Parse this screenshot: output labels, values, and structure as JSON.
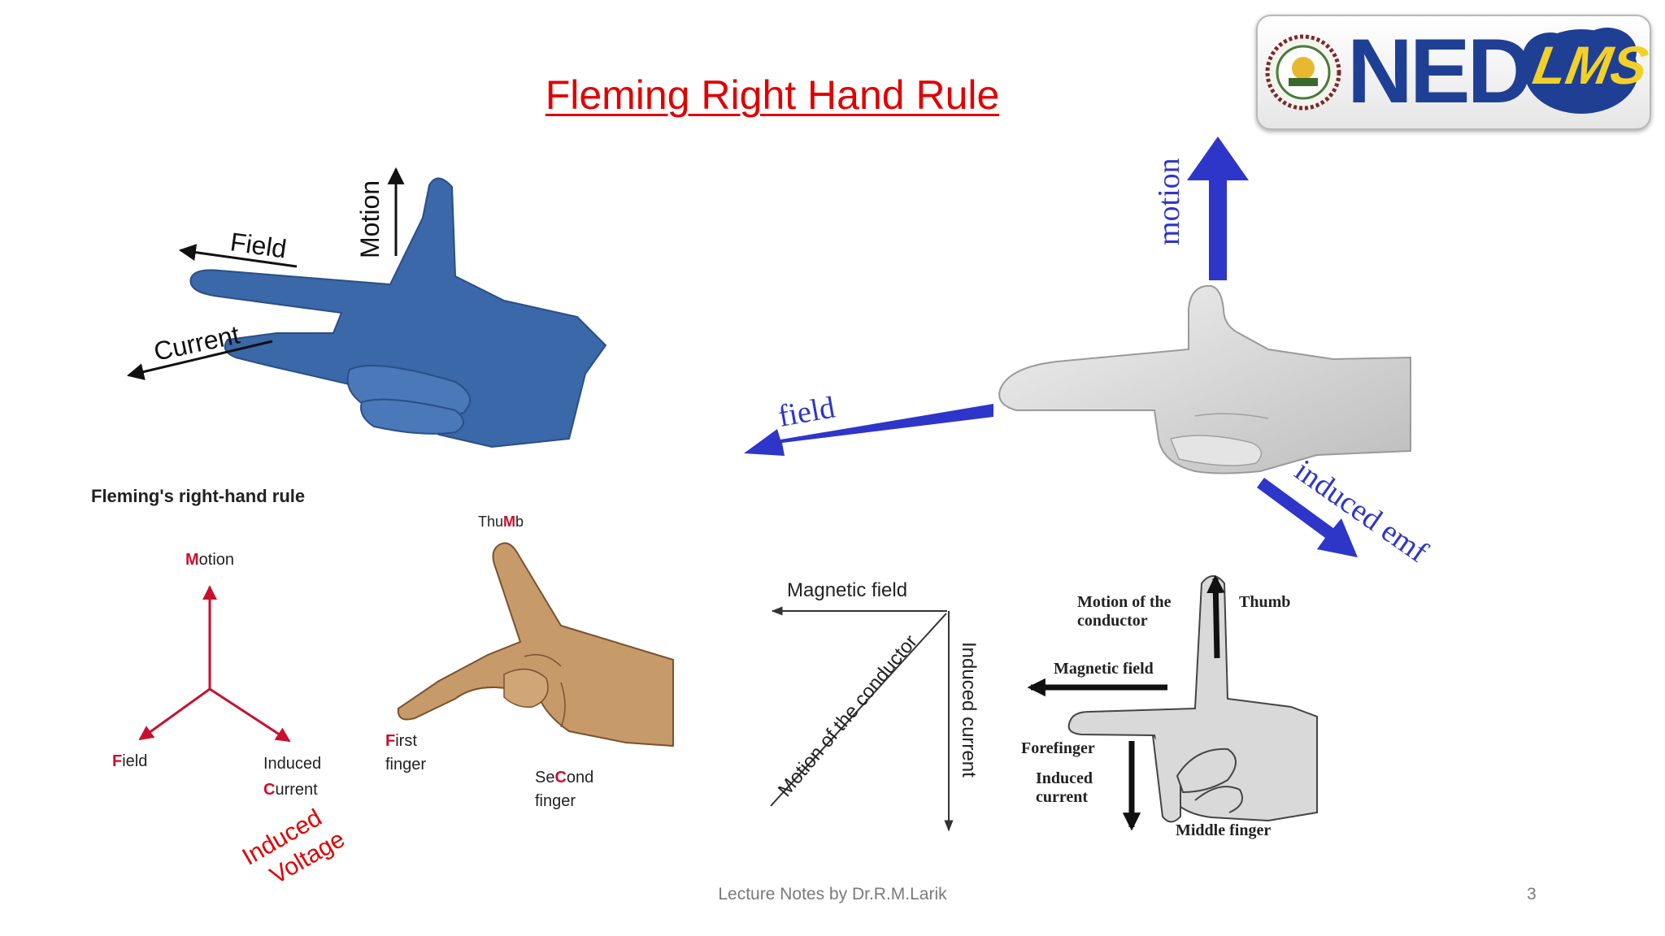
{
  "slide": {
    "title": "Fleming Right Hand Rule",
    "footer": "Lecture Notes by Dr.R.M.Larik",
    "page_number": "3"
  },
  "logo": {
    "brand": "NED",
    "product": "LMS"
  },
  "blue_hand": {
    "field": "Field",
    "current": "Current",
    "motion": "Motion"
  },
  "gray_hand": {
    "motion": "motion",
    "field": "field",
    "induced_emf": "induced emf"
  },
  "rule_diagram": {
    "heading": "Fleming's right-hand rule",
    "motion_M": "M",
    "motion_rest": "otion",
    "field_F": "F",
    "field_rest": "ield",
    "induced": "Induced",
    "current_C": "C",
    "current_rest": "urrent",
    "annotation_line1": "Induced",
    "annotation_line2": "Voltage"
  },
  "tan_hand": {
    "thumb_a": "Thu",
    "thumb_m": "M",
    "thumb_b": "b",
    "first_f": "F",
    "first_rest": "irst",
    "finger1": "finger",
    "second_a": "Se",
    "second_c": "C",
    "second_b": "ond",
    "finger2": "finger"
  },
  "axes_diagram": {
    "magnetic_field": "Magnetic field",
    "motion": "Motion of the conductor",
    "induced_current": "Induced current"
  },
  "labeled_hand": {
    "motion_line1": "Motion of the",
    "motion_line2": "conductor",
    "thumb": "Thumb",
    "magnetic_field": "Magnetic field",
    "forefinger": "Forefinger",
    "induced_line1": "Induced",
    "induced_line2": "current",
    "middle_finger": "Middle finger"
  },
  "colors": {
    "title": "#e00000",
    "blue_hand": "#3a68a8",
    "arrow_blue": "#2e35c9",
    "rule_red": "#c8102e",
    "tan_hand": "#c79a6a",
    "gray_hand": "#d9d9d9",
    "ned_blue": "#1e3f94",
    "lms_yellow": "#f2d02a"
  }
}
